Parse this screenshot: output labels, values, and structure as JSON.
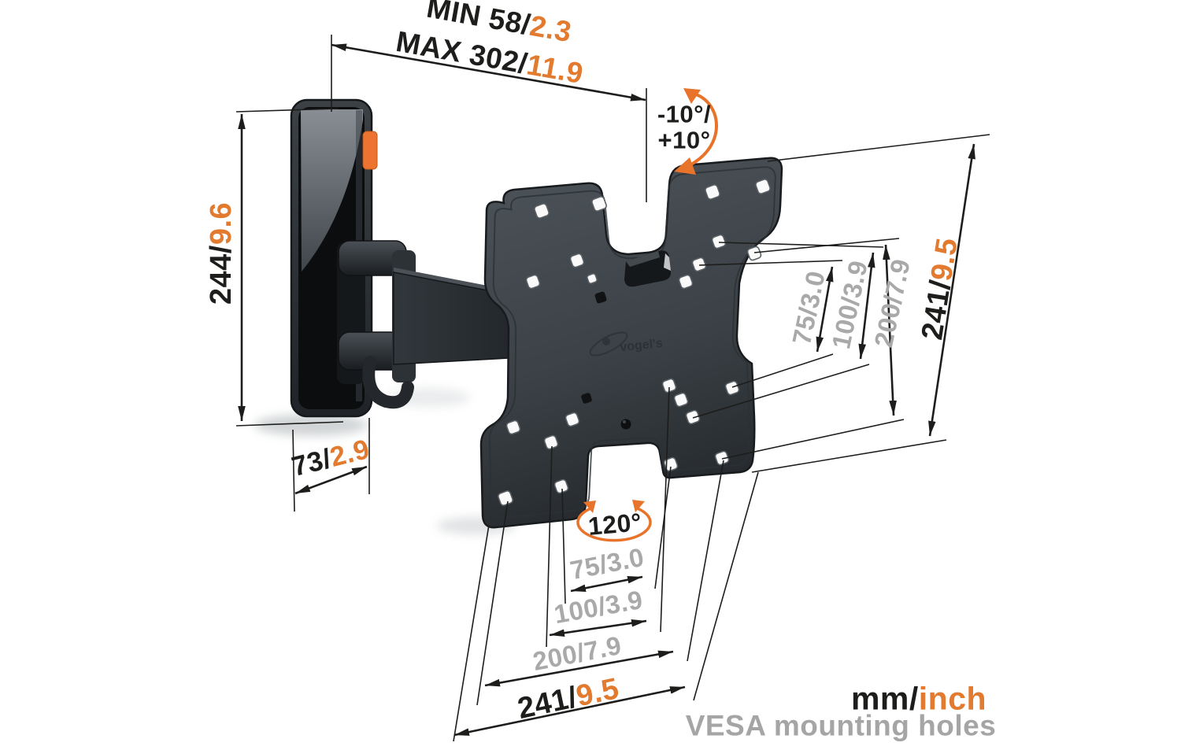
{
  "dims": {
    "min": {
      "mm": "MIN 58/",
      "inch": "2.3"
    },
    "max": {
      "mm": "MAX 302/",
      "inch": "11.9"
    },
    "tilt": {
      "line1": "-10°/",
      "line2": "+10°"
    },
    "swivel": "120°",
    "height": {
      "mm": "244/",
      "inch": "9.6"
    },
    "depth": {
      "mm": "73/",
      "inch": "2.9"
    },
    "vesa_right": {
      "v75": "75/3.0",
      "v100": "100/3.9",
      "v200": "200/7.9",
      "v241": {
        "mm": "241/",
        "inch": "9.5"
      }
    },
    "vesa_bottom": {
      "v75": "75/3.0",
      "v100": "100/3.9",
      "v200": "200/7.9",
      "v241": {
        "mm": "241/",
        "inch": "9.5"
      }
    }
  },
  "legend": {
    "mm": "mm/",
    "inch": "inch",
    "caption": "VESA mounting holes"
  },
  "logo": {
    "brand": "vogel's"
  },
  "colors": {
    "accent_orange": "#e27a2f",
    "tab_orange": "#ed7330",
    "text_black": "#1d1d1b",
    "text_gray": "#a9a9a9",
    "plate_dark": "#3b4146"
  }
}
